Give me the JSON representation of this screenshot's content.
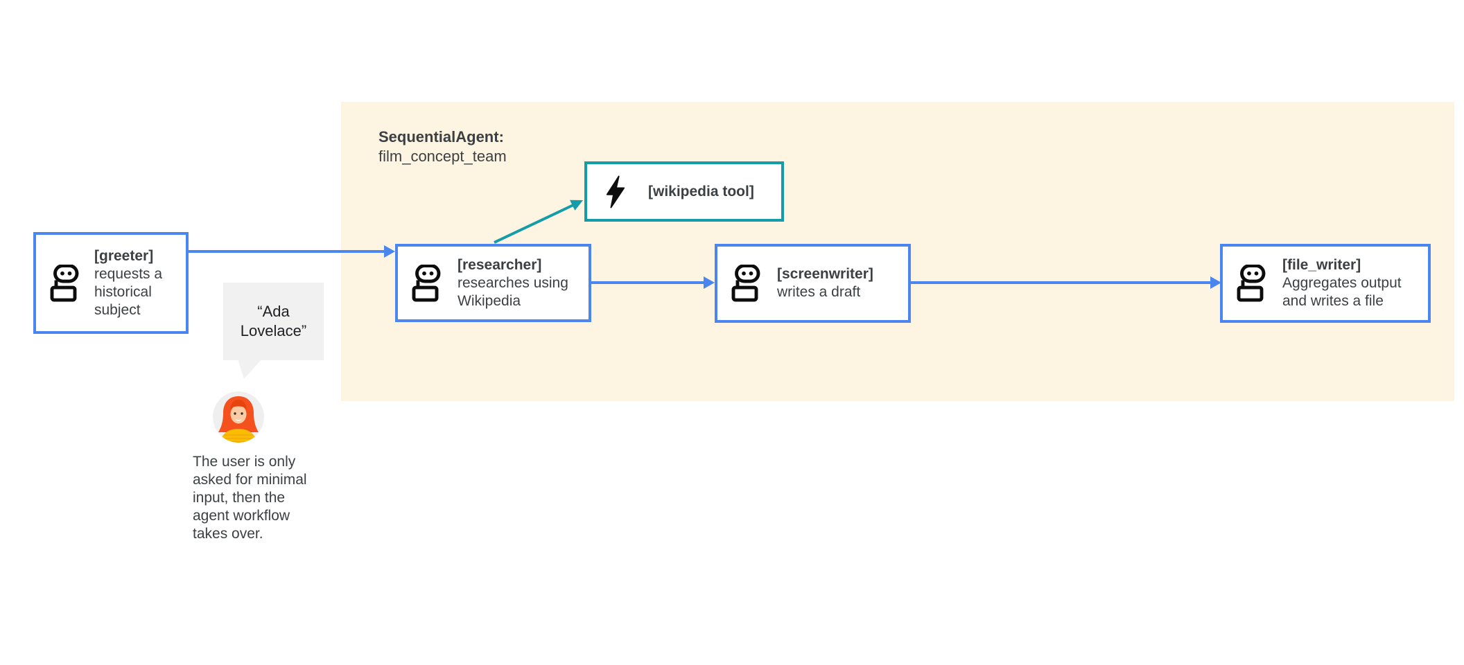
{
  "diagram": {
    "type": "agent-workflow-diagram",
    "group": {
      "title": "SequentialAgent:",
      "name": "film_concept_team",
      "bg_color": "#FDF5E1"
    },
    "nodes": {
      "greeter": {
        "label": "[greeter]",
        "desc": "requests a historical subject",
        "icon": "robot-icon",
        "border_color": "#4A85F0"
      },
      "researcher": {
        "label": "[researcher]",
        "desc": "researches using Wikipedia",
        "icon": "robot-icon",
        "border_color": "#4A85F0"
      },
      "wikipedia_tool": {
        "label": "[wikipedia tool]",
        "desc": "",
        "icon": "lightning-icon",
        "border_color": "#149CA8"
      },
      "screenwriter": {
        "label": "[screenwriter]",
        "desc": "writes a draft",
        "icon": "robot-icon",
        "border_color": "#4A85F0"
      },
      "file_writer": {
        "label": "[file_writer]",
        "desc": "Aggregates output and writes a file",
        "icon": "robot-icon",
        "border_color": "#4A85F0"
      }
    },
    "edges": [
      {
        "from": "greeter",
        "to": "researcher",
        "color": "#4A85F0"
      },
      {
        "from": "researcher",
        "to": "wikipedia_tool",
        "color": "#149CA8"
      },
      {
        "from": "researcher",
        "to": "screenwriter",
        "color": "#4A85F0"
      },
      {
        "from": "screenwriter",
        "to": "file_writer",
        "color": "#4A85F0"
      }
    ],
    "user_annotation": {
      "bubble_text": "“Ada Lovelace”",
      "avatar_icon": "user-avatar",
      "caption": "The user is only asked for minimal input, then the agent workflow takes over."
    },
    "colors": {
      "accent_blue": "#4A85F0",
      "accent_teal": "#149CA8",
      "group_bg": "#FDF5E1",
      "text": "#3C4043",
      "bubble_bg": "#F1F1F1",
      "bubble_text": "#202124"
    }
  }
}
